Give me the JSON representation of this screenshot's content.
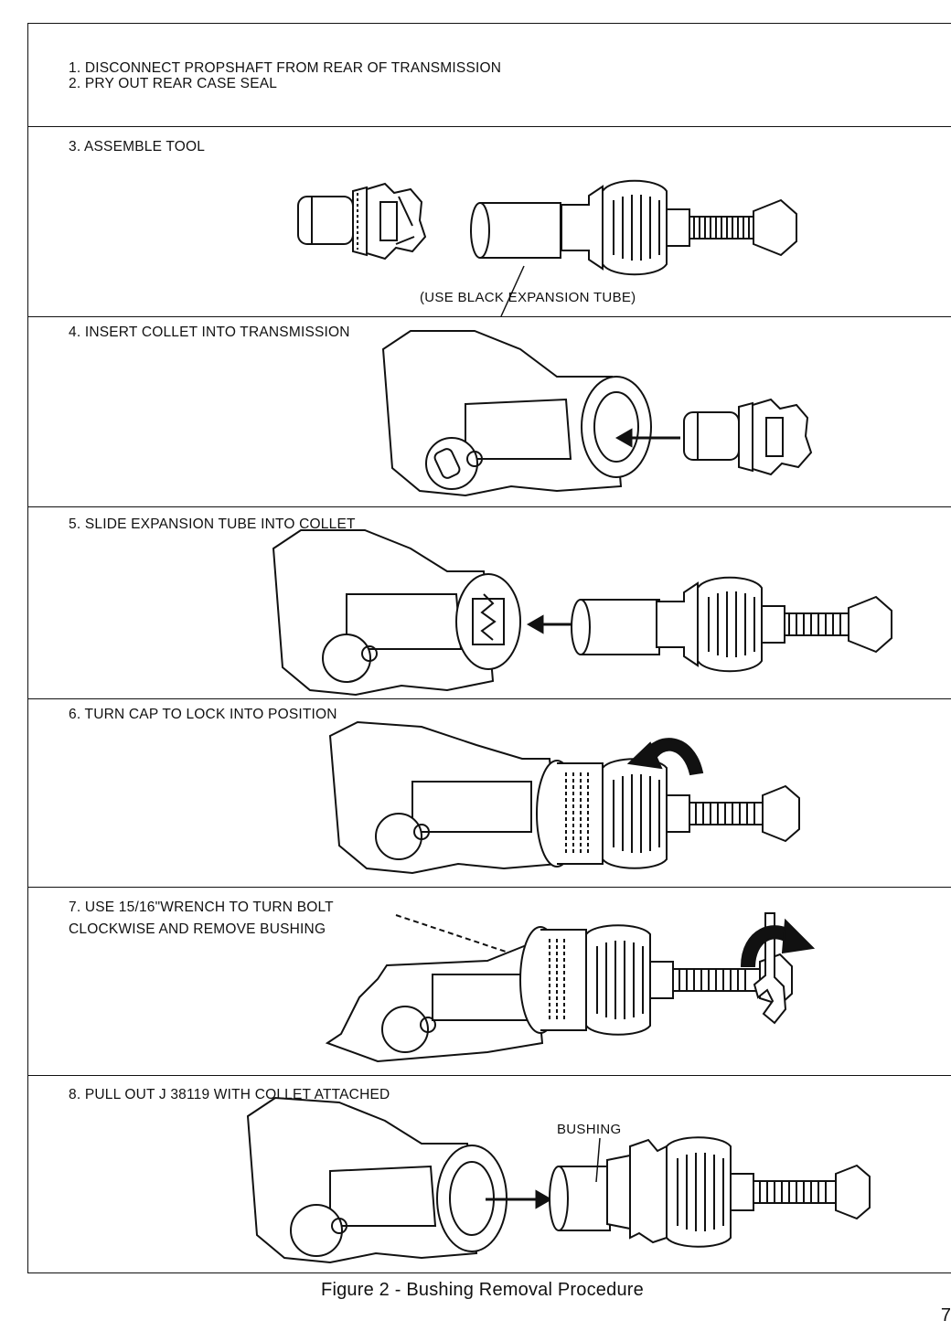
{
  "steps": [
    {
      "lines": [
        "1.  DISCONNECT PROPSHAFT FROM REAR OF TRANSMISSION",
        "2.  PRY OUT REAR CASE SEAL"
      ]
    },
    {
      "lines": [
        "3.  ASSEMBLE TOOL"
      ],
      "callout": "(USE BLACK EXPANSION TUBE)"
    },
    {
      "lines": [
        "4.  INSERT COLLET INTO TRANSMISSION"
      ]
    },
    {
      "lines": [
        "5.  SLIDE EXPANSION TUBE INTO COLLET"
      ]
    },
    {
      "lines": [
        "6.  TURN CAP TO LOCK INTO POSITION"
      ]
    },
    {
      "lines": [
        "7.  USE 15/16\"WRENCH TO TURN BOLT",
        "     CLOCKWISE AND REMOVE BUSHING"
      ]
    },
    {
      "lines": [
        "8.  PULL OUT J 38119 WITH COLLET ATTACHED"
      ],
      "callout": "BUSHING"
    }
  ],
  "figure_caption": "Figure 2 - Bushing Removal Procedure",
  "page_number": "7",
  "icons": [
    "collet-icon",
    "expansion-tube-icon",
    "puller-tool-icon",
    "transmission-housing-icon",
    "wrench-icon",
    "rotation-arrow-icon",
    "direction-arrow-icon",
    "bushing-icon"
  ],
  "colors": {
    "ink": "#111111",
    "paper": "#ffffff"
  }
}
